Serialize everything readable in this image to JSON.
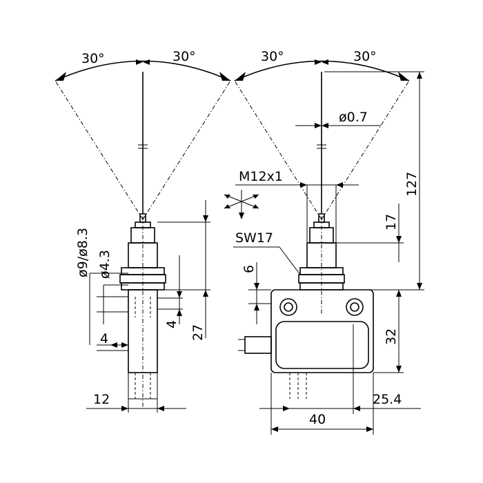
{
  "labels": {
    "angle_left_view_left": "30°",
    "angle_left_view_right": "30°",
    "angle_right_view_left": "30°",
    "angle_right_view_right": "30°",
    "wire_diameter": "ø0.7",
    "thread": "M12x1",
    "wrench_size": "SW17",
    "bushing_diameters": "ø9/ø8.3",
    "inner_diameter": "ø4.3",
    "dim_4_left": "4",
    "dim_4_right": "4",
    "dim_27": "27",
    "dim_12": "12",
    "dim_6": "6",
    "dim_17": "17",
    "dim_127": "127",
    "dim_32": "32",
    "dim_40": "40",
    "dim_25_4": "25.4"
  }
}
